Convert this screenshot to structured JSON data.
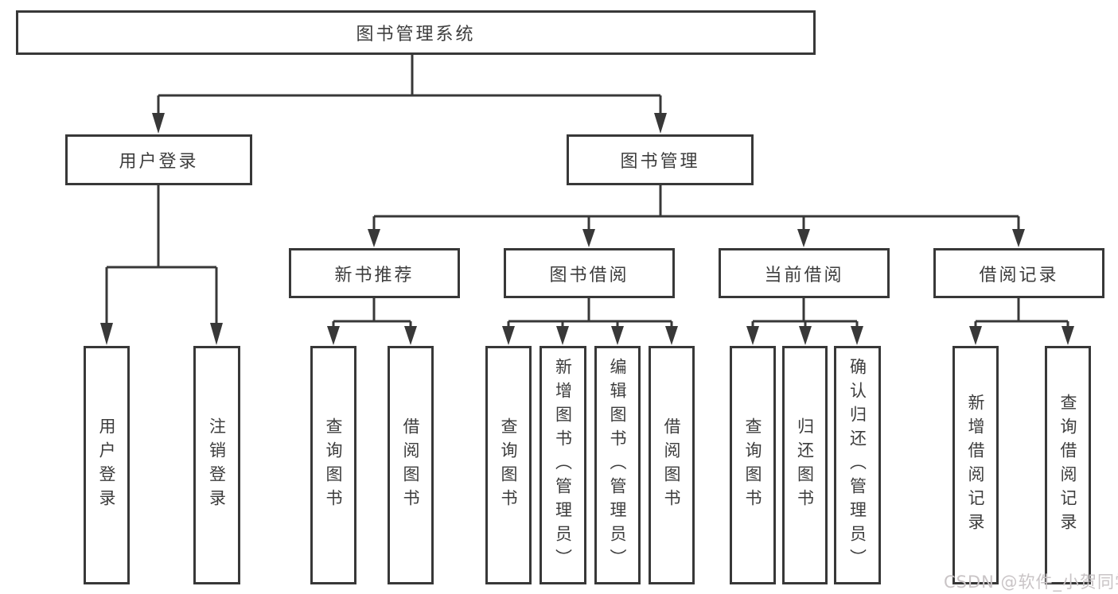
{
  "tree": {
    "root": {
      "label": "图书管理系统",
      "children": [
        {
          "label": "用户登录",
          "children": [
            {
              "label": "用户登录"
            },
            {
              "label": "注销登录"
            }
          ]
        },
        {
          "label": "图书管理",
          "children": [
            {
              "label": "新书推荐",
              "children": [
                {
                  "label": "查询图书"
                },
                {
                  "label": "借阅图书"
                }
              ]
            },
            {
              "label": "图书借阅",
              "children": [
                {
                  "label": "查询图书"
                },
                {
                  "label": "新增图书（管理员）"
                },
                {
                  "label": "编辑图书（管理员）"
                },
                {
                  "label": "借阅图书"
                }
              ]
            },
            {
              "label": "当前借阅",
              "children": [
                {
                  "label": "查询图书"
                },
                {
                  "label": "归还图书"
                },
                {
                  "label": "确认归还（管理员）"
                }
              ]
            },
            {
              "label": "借阅记录",
              "children": [
                {
                  "label": "新增借阅记录"
                },
                {
                  "label": "查询借阅记录"
                }
              ]
            }
          ]
        }
      ]
    }
  },
  "watermark": {
    "text": "CSDN @软件_小贺同学"
  },
  "colors": {
    "line": "#383838",
    "border": "#383838",
    "text": "#3d3d3d",
    "watermark": "#c9c4c6",
    "background": "#ffffff"
  }
}
